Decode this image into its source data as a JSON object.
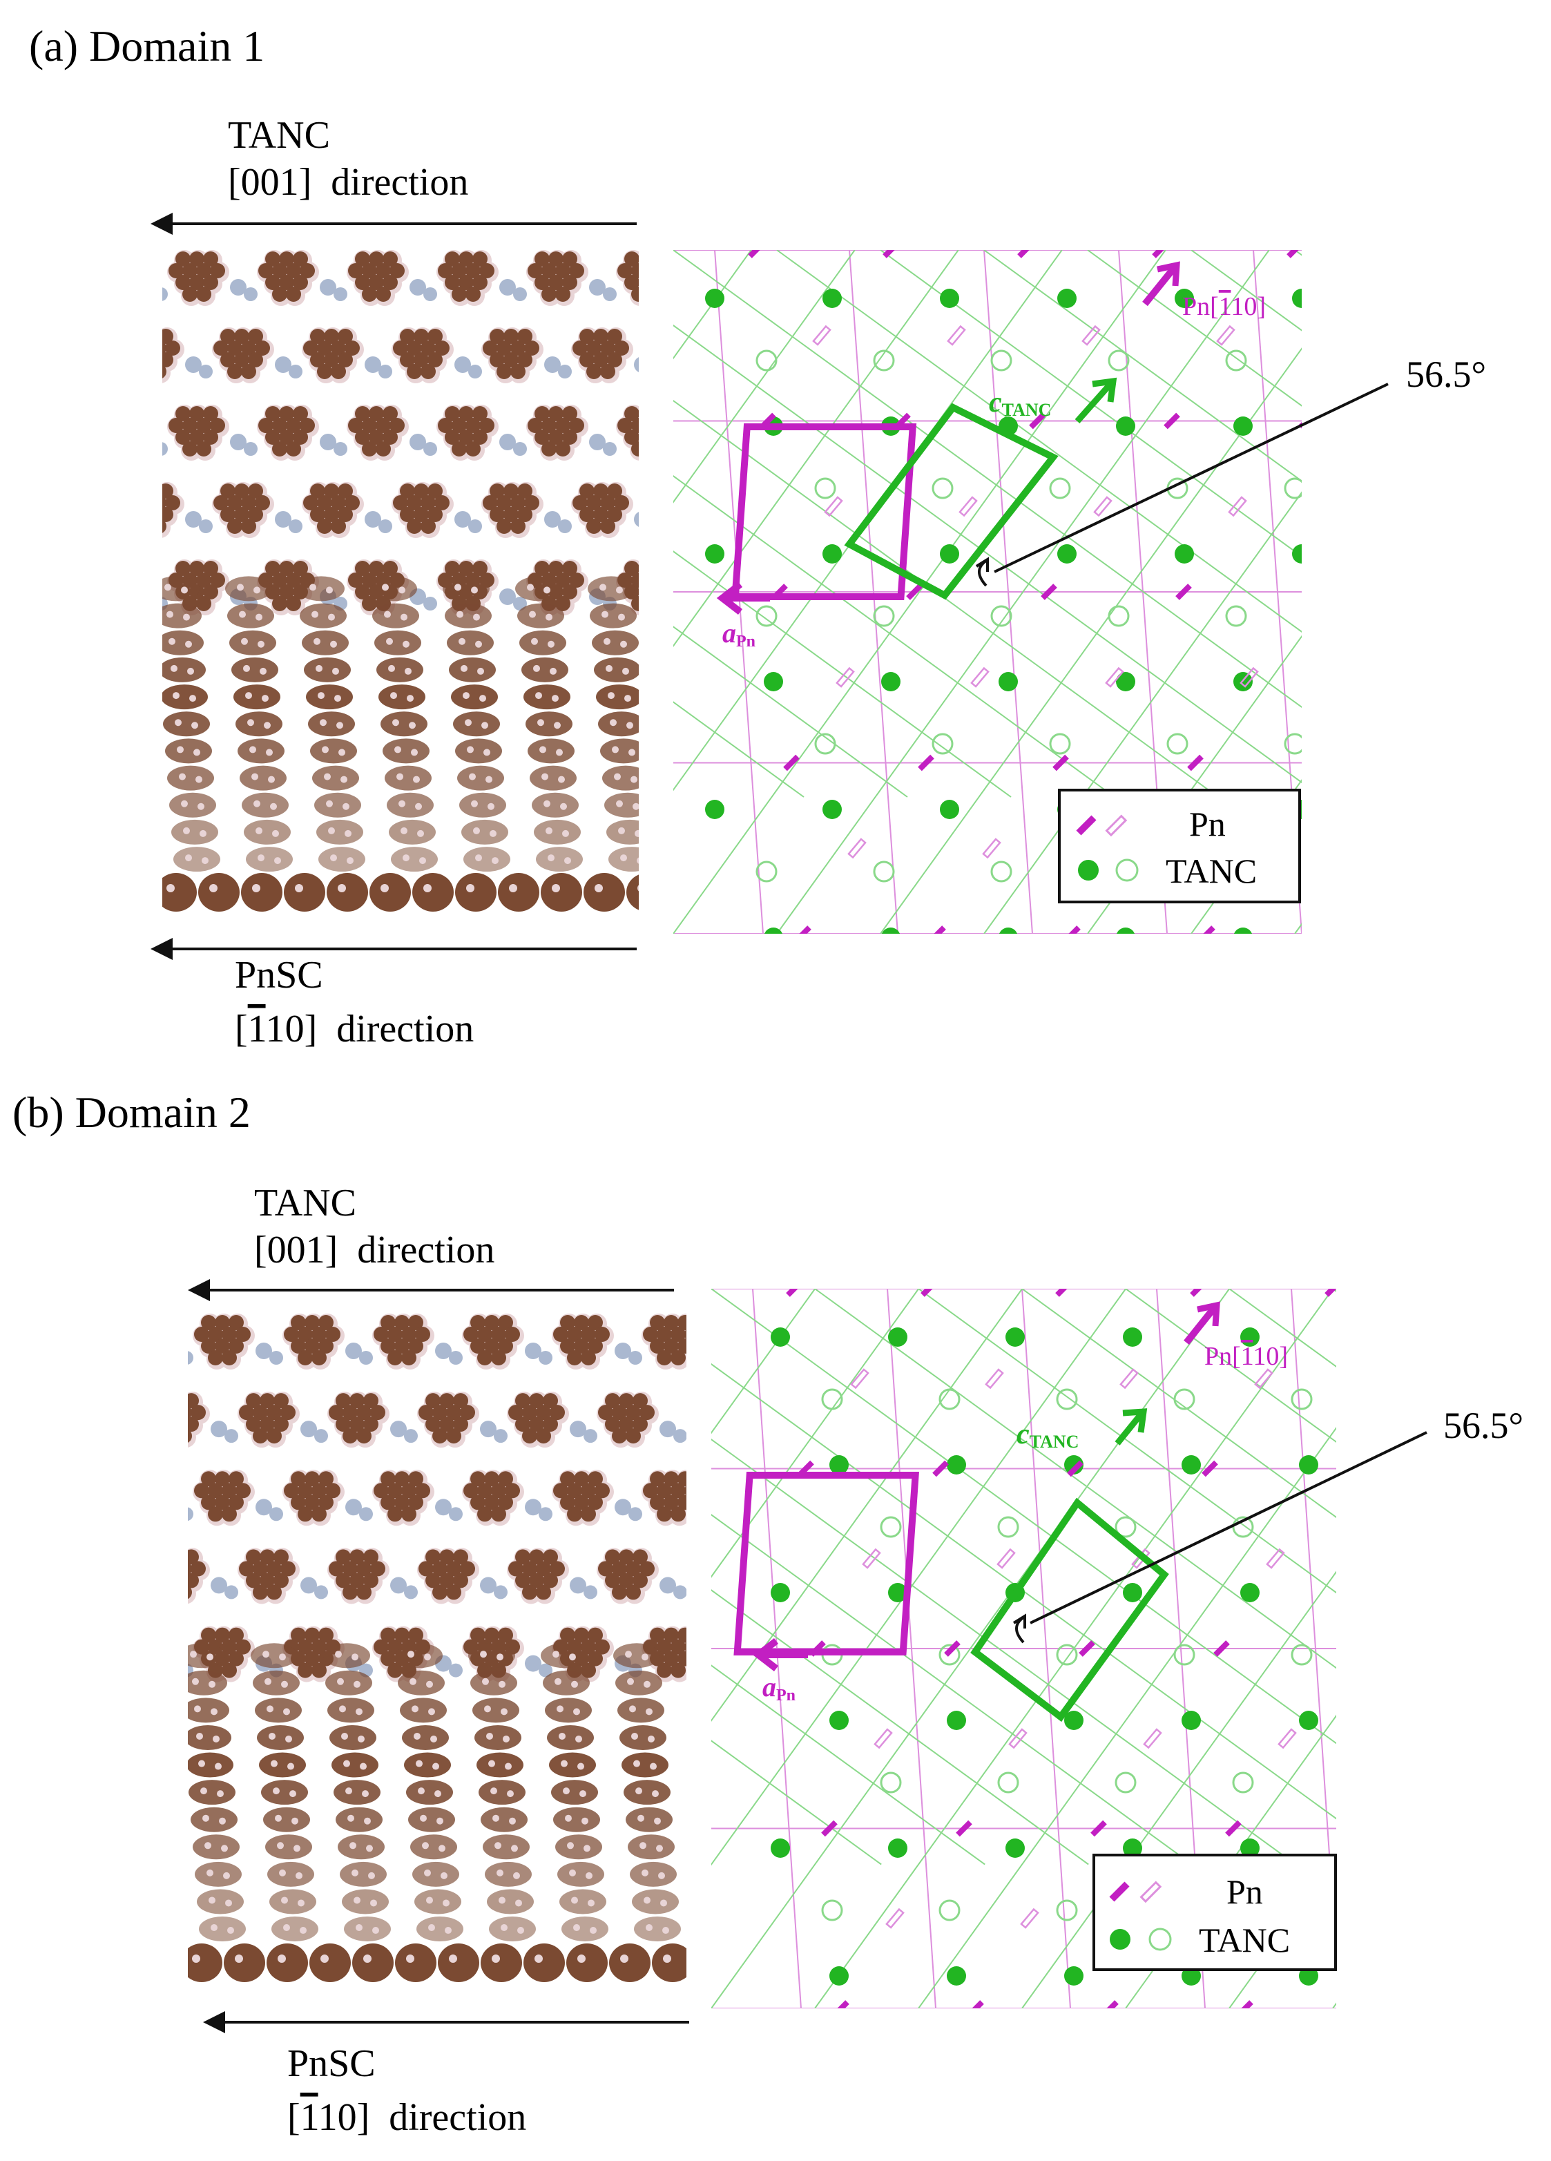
{
  "panels": [
    {
      "label": "(a)  Domain 1",
      "top_arrow": {
        "line1": "TANC",
        "line2": "[001]  direction"
      },
      "bottom_arrow": {
        "line1": "PnSC",
        "line2_bracket_open": "[",
        "line2_bar_digit": "1",
        "line2_rest": "10]  direction"
      },
      "lattice": {
        "angle": "56.5°",
        "c_vector": {
          "main": "c",
          "sub": "TANC"
        },
        "a_vector": {
          "main": "a",
          "sub": "Pn"
        },
        "pn_direction": {
          "prefix": "Pn[",
          "bar_digit": "1",
          "suffix": "10]"
        },
        "legend": [
          {
            "label": "Pn"
          },
          {
            "label": "TANC"
          }
        ]
      }
    },
    {
      "label": "(b) Domain 2",
      "top_arrow": {
        "line1": "TANC",
        "line2": "[001]  direction"
      },
      "bottom_arrow": {
        "line1": "PnSC",
        "line2_bracket_open": "[",
        "line2_bar_digit": "1",
        "line2_rest": "10]  direction"
      },
      "lattice": {
        "angle": "56.5°",
        "c_vector": {
          "main": "c",
          "sub": "TANC"
        },
        "a_vector": {
          "main": "a",
          "sub": "Pn"
        },
        "pn_direction": {
          "prefix": "Pn[",
          "bar_digit": "1",
          "suffix": "10]"
        },
        "legend": [
          {
            "label": "Pn"
          },
          {
            "label": "TANC"
          }
        ]
      }
    }
  ],
  "colors": {
    "pn": "#c21fc2",
    "pn_grid": "#dd8fdd",
    "tanc": "#22b522",
    "tanc_grid": "#8ad98a",
    "carbon": "#7b4a32",
    "hydrogen": "#e8d4d6",
    "nitrogen": "#aab8d0",
    "text": "#111111"
  }
}
